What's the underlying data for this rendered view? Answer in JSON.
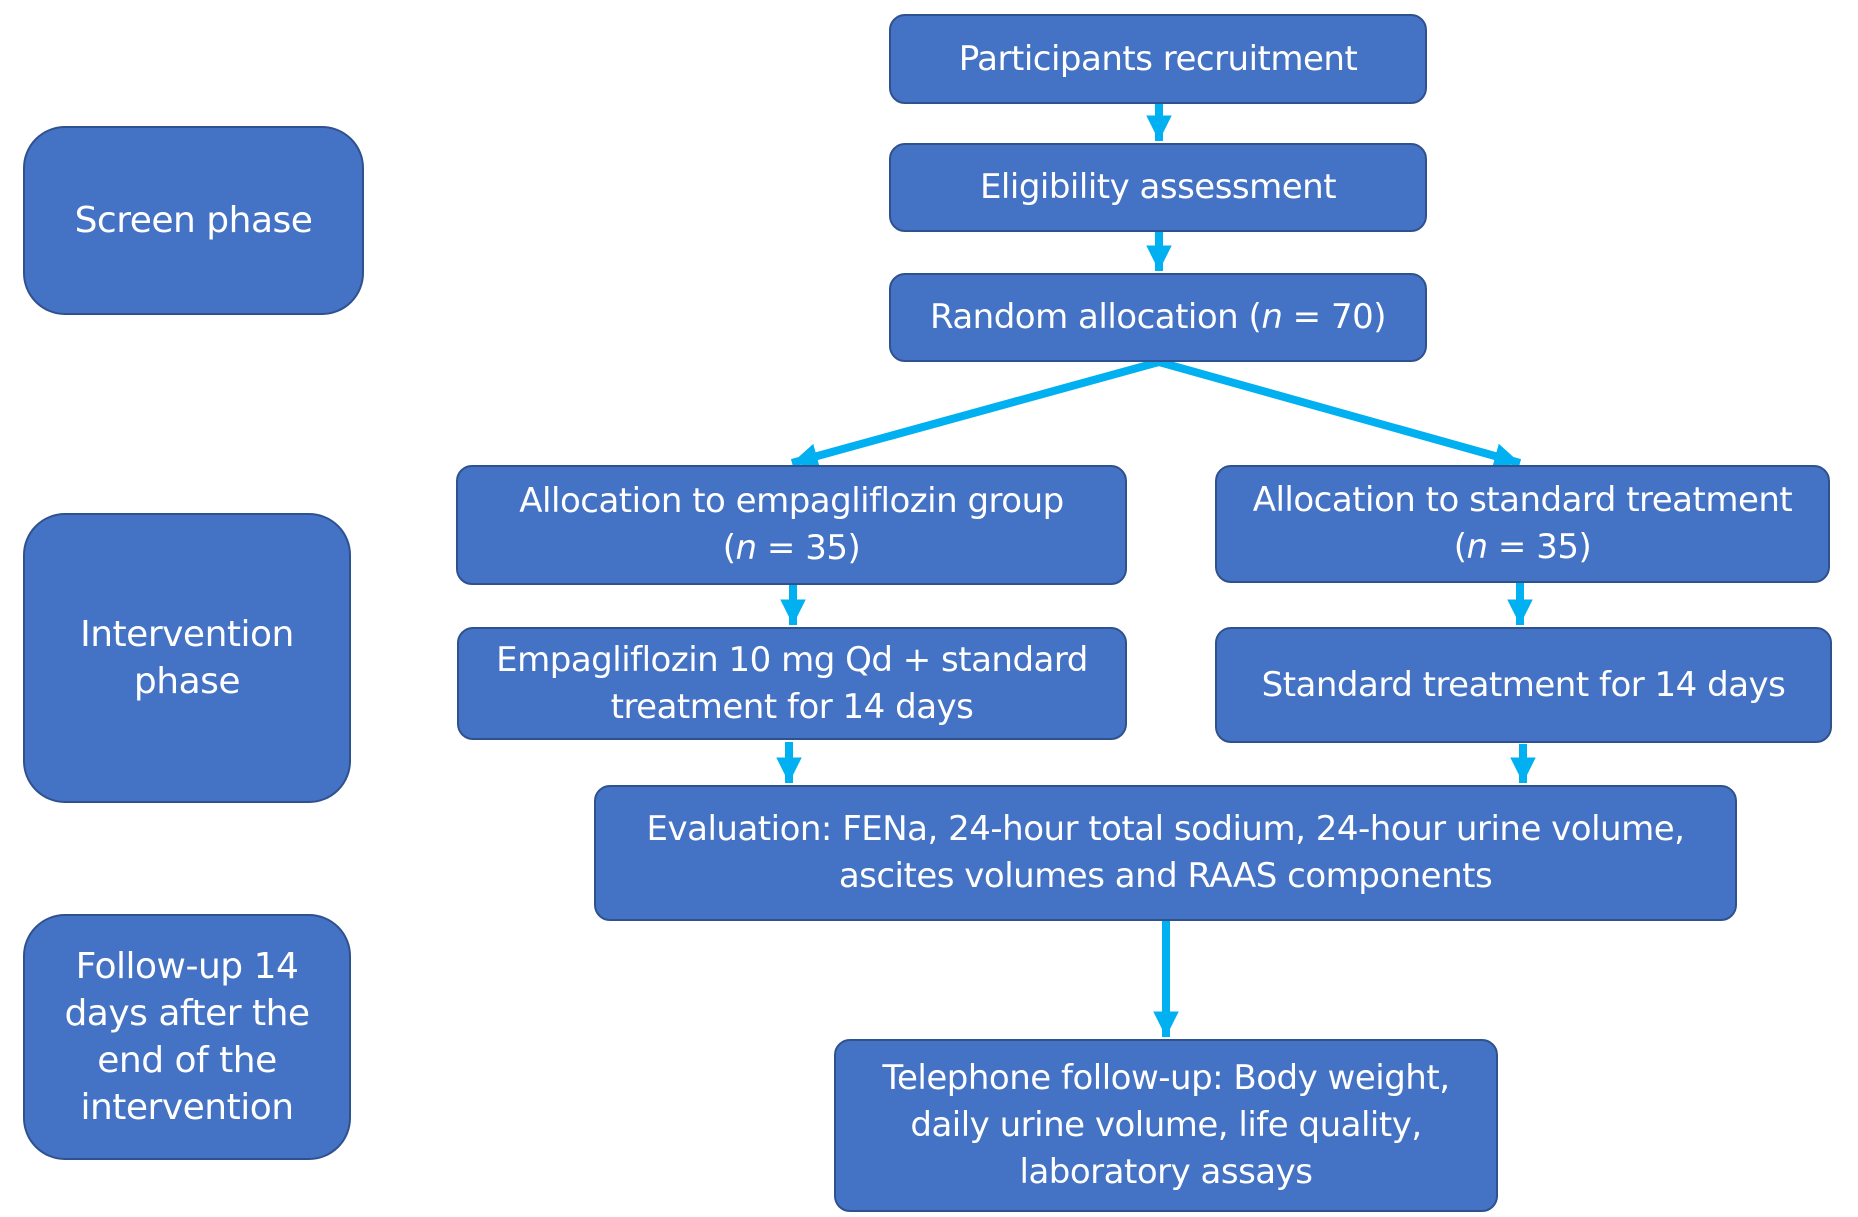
{
  "diagram": {
    "colors": {
      "box_fill": "#4472C4",
      "box_border": "#2F528F",
      "box_text": "#FFFFFF",
      "arrow": "#00B0F0",
      "background": "#FFFFFF"
    },
    "phases": {
      "screen": "Screen phase",
      "intervention": "Intervention phase",
      "followup": "Follow-up 14 days after the end of the intervention"
    },
    "nodes": {
      "recruitment": "Participants recruitment",
      "eligibility": "Eligibility assessment",
      "random": {
        "prefix": "Random allocation (",
        "n_symbol": "n",
        "suffix": " = 70)"
      },
      "empa_alloc": {
        "line1": "Allocation to empagliflozin group",
        "prefix": "(",
        "n_symbol": "n",
        "suffix": " = 35)"
      },
      "std_alloc": {
        "line1": "Allocation to standard treatment",
        "prefix": "(",
        "n_symbol": "n",
        "suffix": " = 35)"
      },
      "empa_treatment": {
        "line1": "Empagliflozin 10 mg Qd + standard",
        "line2": "treatment for 14 days"
      },
      "std_treatment": "Standard treatment for 14 days",
      "evaluation": {
        "line1": "Evaluation: FENa, 24-hour total sodium, 24-hour urine volume,",
        "line2": "ascites volumes and RAAS components"
      },
      "telephone": {
        "line1": "Telephone follow-up: Body weight,",
        "line2": "daily urine volume, life quality,",
        "line3": "laboratory assays"
      }
    },
    "edges": [
      {
        "from": "recruitment",
        "to": "eligibility"
      },
      {
        "from": "eligibility",
        "to": "random"
      },
      {
        "from": "random",
        "to": "empa_alloc"
      },
      {
        "from": "random",
        "to": "std_alloc"
      },
      {
        "from": "empa_alloc",
        "to": "empa_treatment"
      },
      {
        "from": "std_alloc",
        "to": "std_treatment"
      },
      {
        "from": "empa_treatment",
        "to": "evaluation"
      },
      {
        "from": "std_treatment",
        "to": "evaluation"
      },
      {
        "from": "evaluation",
        "to": "telephone"
      }
    ]
  }
}
